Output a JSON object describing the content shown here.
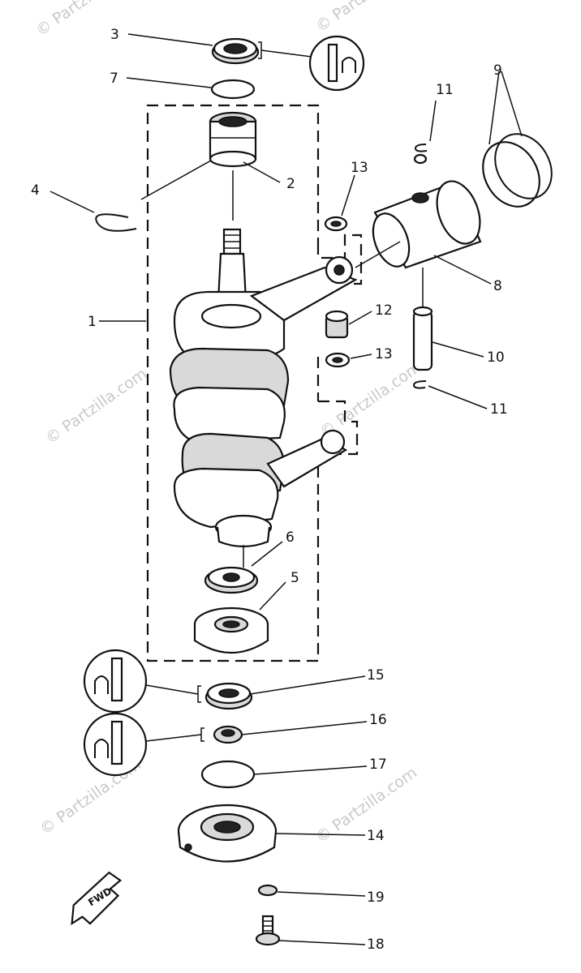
{
  "watermark": "© Partzilla.com",
  "fwd_label": "FWD",
  "parts": [
    {
      "n": "1"
    },
    {
      "n": "2"
    },
    {
      "n": "3"
    },
    {
      "n": "4"
    },
    {
      "n": "5"
    },
    {
      "n": "6"
    },
    {
      "n": "7"
    },
    {
      "n": "8"
    },
    {
      "n": "9"
    },
    {
      "n": "10"
    },
    {
      "n": "11"
    },
    {
      "n": "11"
    },
    {
      "n": "12"
    },
    {
      "n": "13"
    },
    {
      "n": "13"
    },
    {
      "n": "14"
    },
    {
      "n": "15"
    },
    {
      "n": "16"
    },
    {
      "n": "17"
    },
    {
      "n": "18"
    },
    {
      "n": "19"
    }
  ]
}
